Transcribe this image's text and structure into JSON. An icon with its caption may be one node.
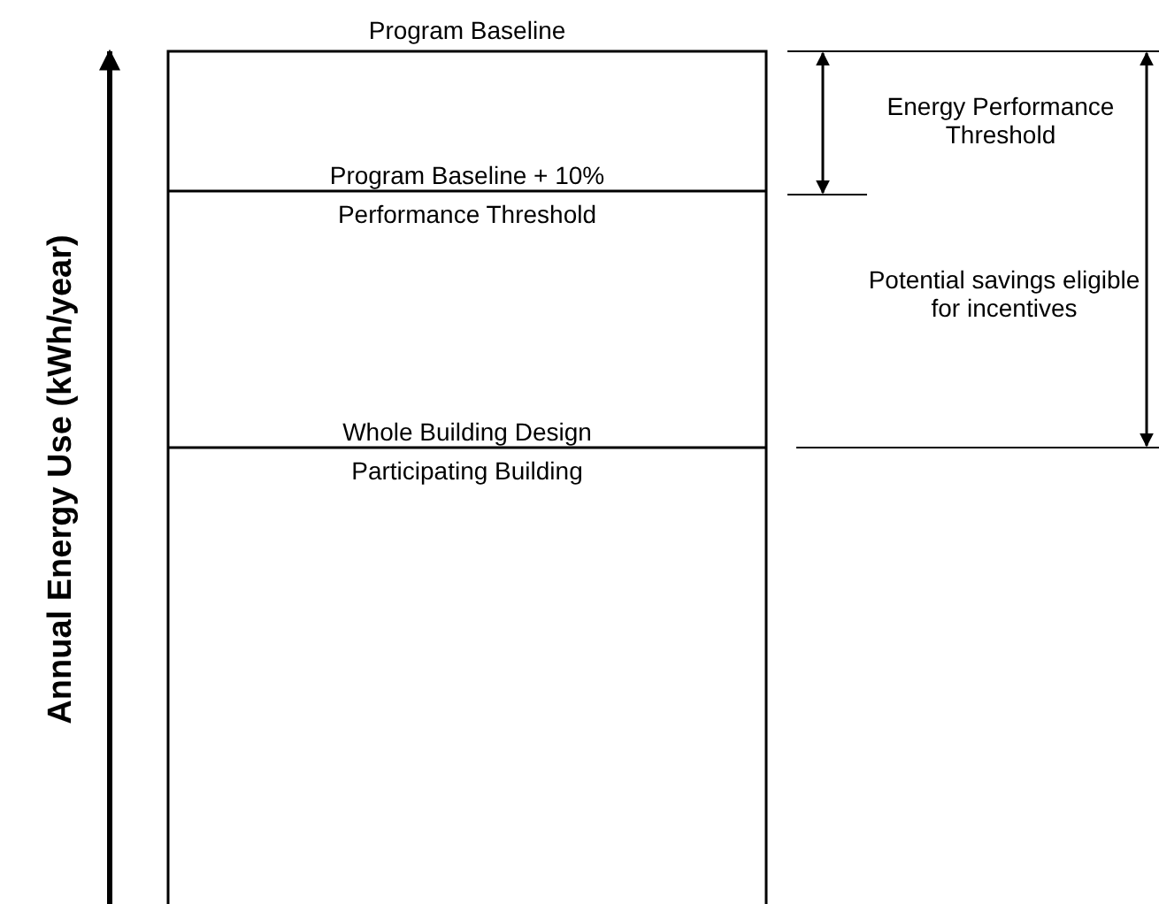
{
  "diagram": {
    "labels": [
      "Program Baseline",
      "Energy Performance Threshold",
      "Program Baseline + 10%",
      "Performance Threshold",
      "Potential savings eligible for incentives",
      "Whole Building Design",
      "Participating Building",
      "Annual Energy Use (kWh/year)"
    ]
  }
}
